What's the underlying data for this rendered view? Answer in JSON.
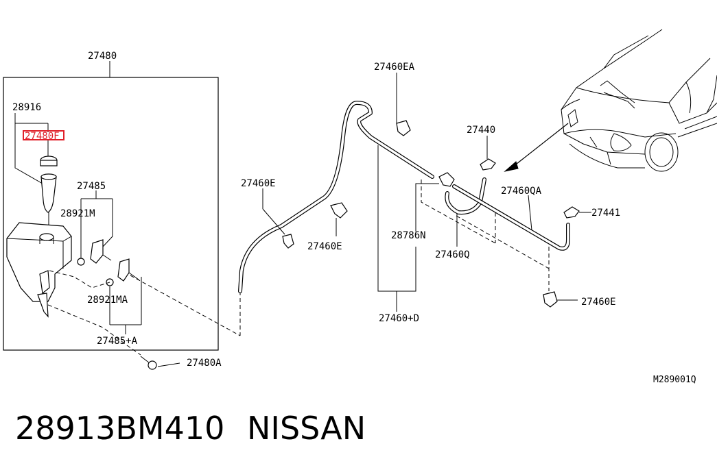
{
  "callouts": {
    "c27480": "27480",
    "c28916": "28916",
    "c27480F": "27480F",
    "c27485": "27485",
    "c28921M": "28921M",
    "c28921MA": "28921MA",
    "c27485A": "27485+A",
    "c27480A": "27480A",
    "c27460EA": "27460EA",
    "c27460E_left": "27460E",
    "c27460E_mid": "27460E",
    "c27460E_right": "27460E",
    "c27440": "27440",
    "c27460QA": "27460QA",
    "c27441": "27441",
    "c28786N": "28786N",
    "c27460Q": "27460Q",
    "c27460D": "27460+D"
  },
  "diagram_code": "M289001Q",
  "footer": {
    "part_number": "28913BM410",
    "brand": "NISSAN"
  },
  "colors": {
    "highlight": "#e0202a",
    "ink": "#000000"
  }
}
